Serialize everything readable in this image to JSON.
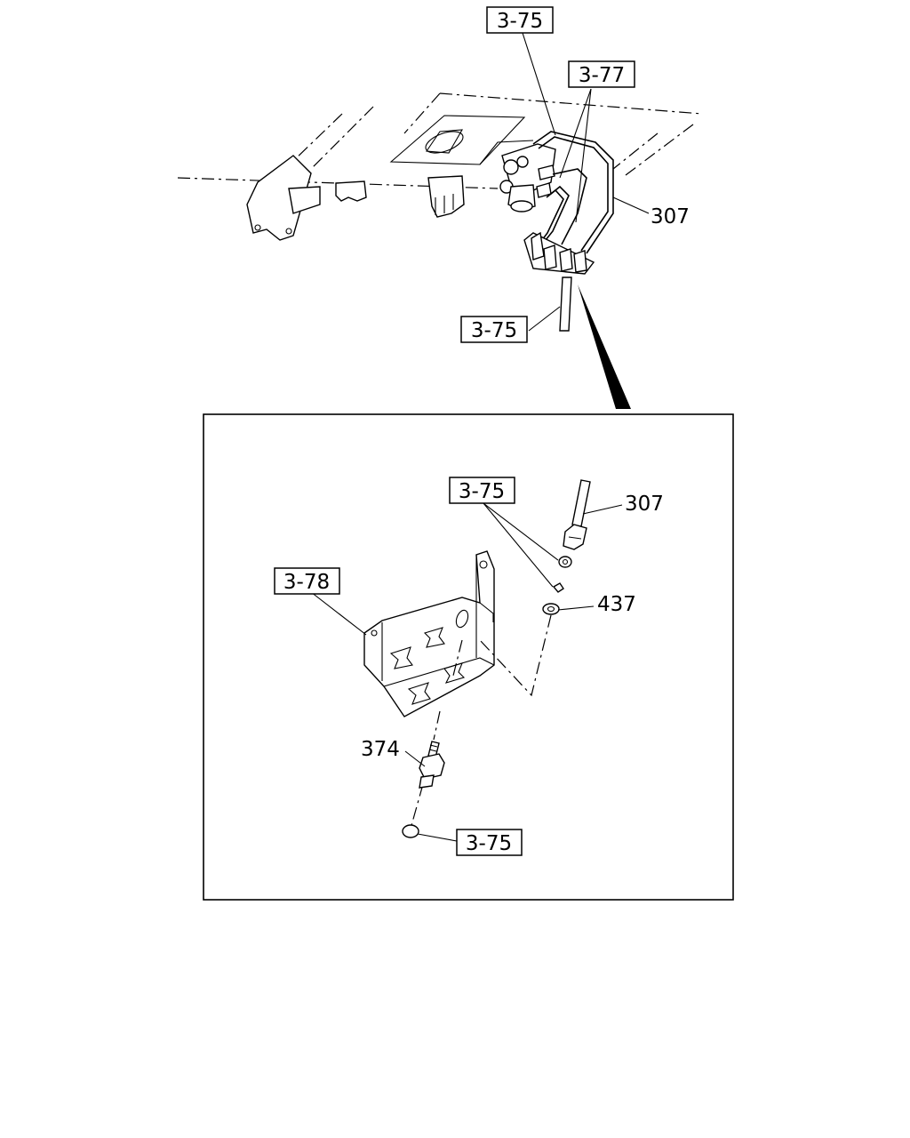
{
  "callouts": {
    "ref_top_75": "3-75",
    "ref_top_77": "3-77",
    "part_307_top": "307",
    "ref_mid_75": "3-75",
    "ref_detail_75_upper": "3-75",
    "part_307_detail": "307",
    "ref_detail_78": "3-78",
    "part_437": "437",
    "part_374": "374",
    "ref_detail_75_lower": "3-75"
  }
}
